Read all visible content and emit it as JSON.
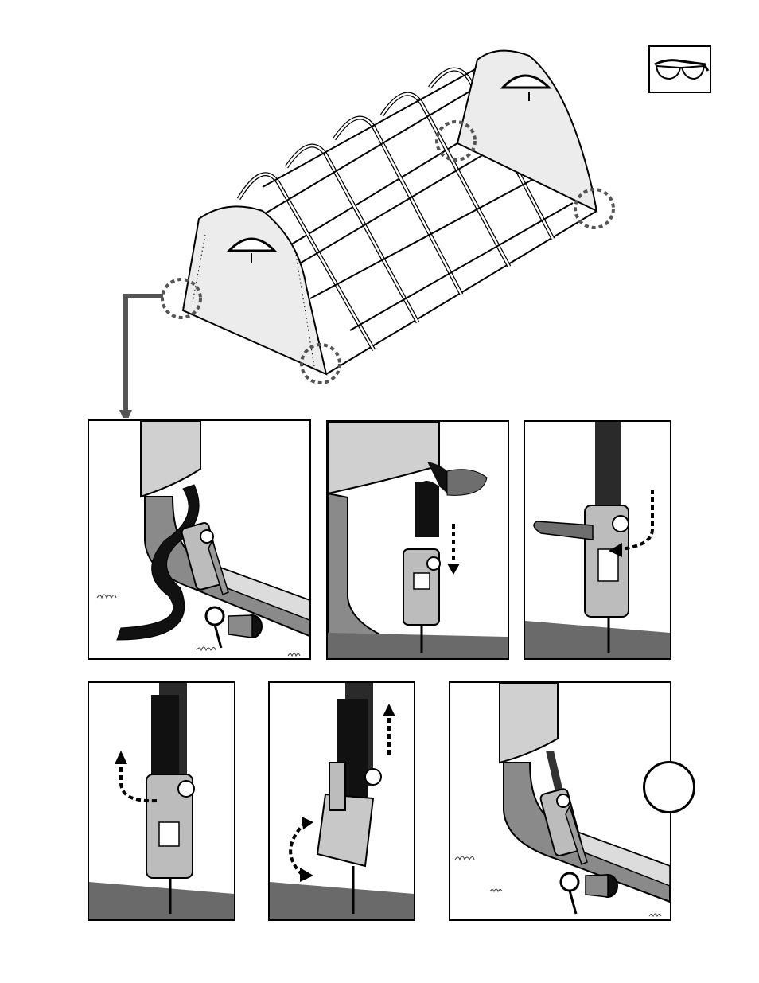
{
  "page": {
    "background": "#ffffff"
  },
  "icons": {
    "safety": "safety-glasses-icon",
    "callout": "detail-callout-circle",
    "flow": "arrow-to-detail"
  },
  "palette": {
    "line": "#000000",
    "cover_light": "#e8e8e8",
    "cover_mid": "#cfcfcf",
    "frame_gray": "#8a8a8a",
    "ground": "#6a6a6a",
    "strap": "#111111",
    "strap_gray": "#6e6e6e",
    "callout_dash": "#555555",
    "arrow": "#555555"
  },
  "steps": [
    {
      "id": "step-1",
      "content": "strap-around-frame"
    },
    {
      "id": "step-2",
      "content": "feed-strap-through-ratchet"
    },
    {
      "id": "step-3",
      "content": "pull-strap-through"
    },
    {
      "id": "step-4",
      "content": "pull-strap-up"
    },
    {
      "id": "step-5",
      "content": "crank-ratchet-handle"
    },
    {
      "id": "step-6",
      "content": "completed-tie-down"
    }
  ],
  "step6_badge": ""
}
